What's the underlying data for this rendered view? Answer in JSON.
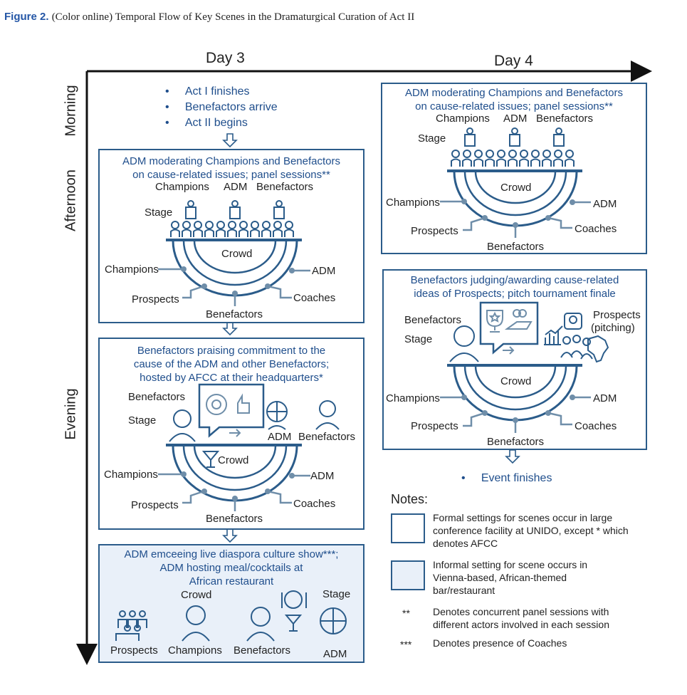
{
  "caption": {
    "figure_label": "Figure 2.",
    "text": "(Color online) Temporal Flow of Key Scenes in the Dramaturgical Curation of Act II"
  },
  "axes": {
    "day3": "Day 3",
    "day4": "Day 4",
    "morning": "Morning",
    "afternoon": "Afternoon",
    "evening": "Evening"
  },
  "morning_list": [
    "Act I finishes",
    "Benefactors arrive",
    "Act II begins"
  ],
  "scene_common": {
    "champions": "Champions",
    "adm": "ADM",
    "benefactors": "Benefactors",
    "stage": "Stage",
    "crowd": "Crowd",
    "prospects": "Prospects",
    "coaches": "Coaches"
  },
  "panel_d3_afternoon": {
    "title_line1": "ADM moderating Champions and Benefactors",
    "title_line2": "on cause-related issues; panel sessions**"
  },
  "panel_d3_evening": {
    "title_line1": "Benefactors praising commitment to the",
    "title_line2": "cause of the ADM and other Benefactors;",
    "title_line3": "hosted by AFCC at their headquarters*"
  },
  "panel_d3_night": {
    "title_line1": "ADM emceeing live diaspora culture show***;",
    "title_line2": "ADM hosting meal/cocktails at",
    "title_line3": "African restaurant"
  },
  "panel_d4_morning": {
    "title_line1": "ADM moderating Champions and Benefactors",
    "title_line2": "on cause-related issues; panel sessions**"
  },
  "panel_d4_afternoon": {
    "title_line1": "Benefactors judging/awarding cause-related",
    "title_line2": "ideas of Prospects; pitch tournament finale",
    "prospects_pitching": "Prospects",
    "pitching": "(pitching)"
  },
  "event_finishes": "Event finishes",
  "notes": {
    "heading": "Notes:",
    "formal": "Formal settings for scenes occur in large conference facility at UNIDO, except * which denotes AFCC",
    "informal": "Informal setting for scene occurs in Vienna-based, African-themed bar/restaurant",
    "double_star_symbol": "**",
    "double_star": "Denotes concurrent panel sessions with different actors involved in each session",
    "triple_star_symbol": "***",
    "triple_star": "Denotes presence of Coaches"
  },
  "colors": {
    "frame": "#2b5c8a",
    "title_text": "#1f4e8c",
    "informal_fill": "#e9f0f9",
    "figure_label": "#2456a6"
  }
}
